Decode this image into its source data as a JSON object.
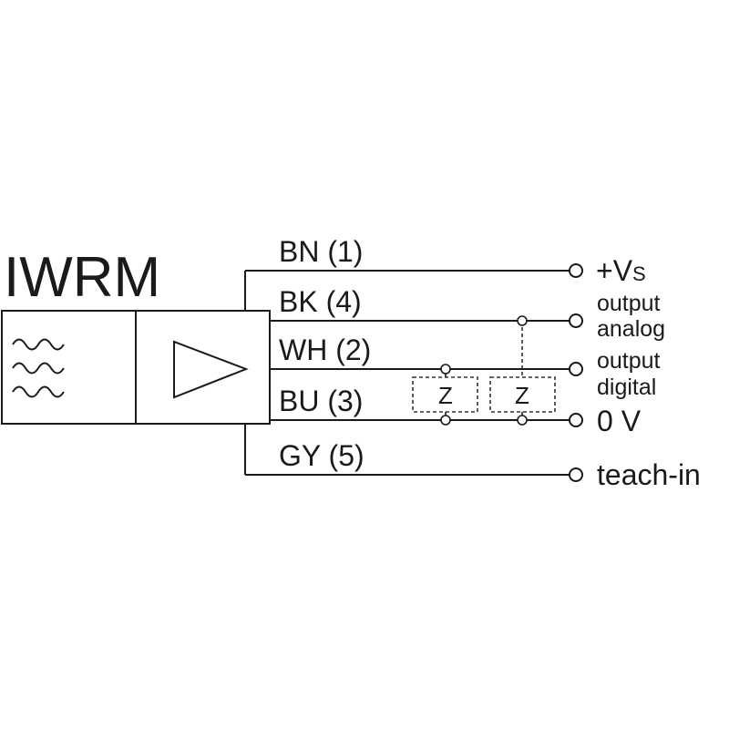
{
  "title": "IWRM",
  "wires": {
    "bn": "BN (1)",
    "bk": "BK (4)",
    "wh": "WH (2)",
    "bu": "BU (3)",
    "gy": "GY (5)"
  },
  "terminals": {
    "vs_plus": "+V",
    "vs_sub": "S",
    "output_analog_1": "output",
    "output_analog_2": "analog",
    "output_digital_1": "output",
    "output_digital_2": "digital",
    "zero_v": "0 V",
    "teach_in": "teach-in"
  },
  "loads": {
    "z1": "Z",
    "z2": "Z"
  },
  "icons": [
    "sensor-waves-icon",
    "amplifier-triangle-icon"
  ],
  "colors": {
    "line": "#1a1a1a",
    "background": "#ffffff"
  }
}
